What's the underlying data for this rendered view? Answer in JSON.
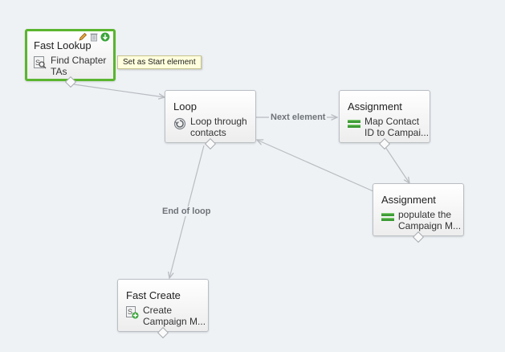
{
  "colors": {
    "canvas_bg": "#eef2f5",
    "selected_border": "#5ab52f",
    "connector": "#b9bcc0",
    "assignment_icon": "#3c9a34",
    "start_icon": "#3aa53a"
  },
  "nodes": [
    {
      "id": "fast-lookup",
      "type_label": "Fast Lookup",
      "label_lines": [
        "Find Chapter",
        "TAs"
      ],
      "icon": "lookup-icon",
      "selected": true
    },
    {
      "id": "loop",
      "type_label": "Loop",
      "label_lines": [
        "Loop through",
        "contacts"
      ],
      "icon": "loop-icon"
    },
    {
      "id": "assignment-1",
      "type_label": "Assignment",
      "label_lines": [
        "Map Contact",
        "ID to Campai..."
      ],
      "icon": "assignment-icon"
    },
    {
      "id": "assignment-2",
      "type_label": "Assignment",
      "label_lines": [
        "populate the",
        "Campaign M..."
      ],
      "icon": "assignment-icon"
    },
    {
      "id": "fast-create",
      "type_label": "Fast Create",
      "label_lines": [
        "Create",
        "Campaign M..."
      ],
      "icon": "create-icon"
    }
  ],
  "edge_labels": {
    "next_element": "Next element",
    "end_of_loop": "End of loop"
  },
  "toolbar_icons": [
    "edit-icon",
    "delete-icon",
    "set-start-icon"
  ],
  "tooltip": "Set as Start element"
}
